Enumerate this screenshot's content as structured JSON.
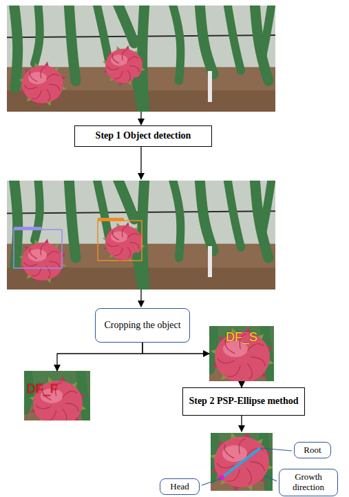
{
  "diagram": {
    "nodes": [
      {
        "text": [
          "Step 1 Object detection"
        ]
      },
      {
        "text": [
          "Cropping the object"
        ]
      },
      {
        "text": [
          "DF_F"
        ]
      },
      {
        "text": [
          "DF_S"
        ]
      },
      {
        "text": [
          "Step 2 PSP-Ellipse method"
        ]
      },
      {
        "text": [
          "Root"
        ]
      },
      {
        "text": [
          "Head"
        ]
      },
      {
        "text": [
          "Growth direction"
        ]
      }
    ],
    "edges": [
      {
        "from": 1,
        "to": 2,
        "arrow": "to"
      },
      {
        "from": 1,
        "to": 3,
        "arrow": "to"
      },
      {
        "from": 3,
        "to": 4,
        "arrow": "to"
      }
    ]
  }
}
